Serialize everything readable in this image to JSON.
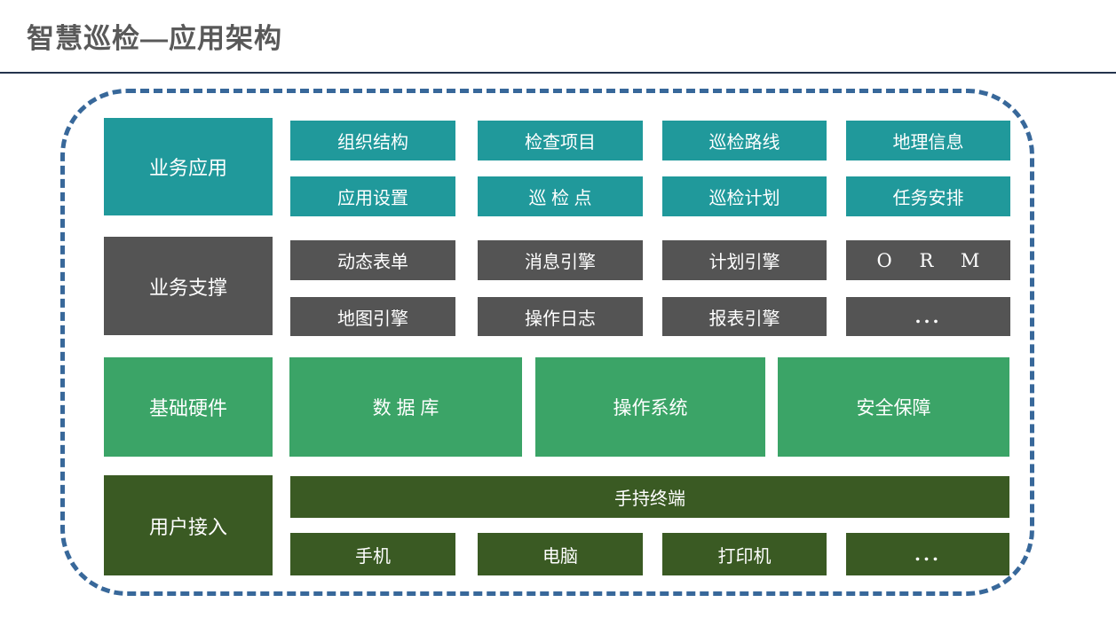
{
  "title": "智慧巡检—应用架构",
  "colors": {
    "title_text": "#595959",
    "title_rule": "#24344D",
    "frame_dashed_border": "#38689A",
    "layer_business_apps": "#20999B",
    "layer_business_support": "#545454",
    "layer_basic_hardware": "#3BA467",
    "layer_user_access": "#3A5A23",
    "box_text": "#FFFFFF"
  },
  "layers": [
    {
      "label": "业务应用",
      "cells": [
        [
          "组织结构",
          "检查项目",
          "巡检路线",
          "地理信息"
        ],
        [
          "应用设置",
          "巡 检 点",
          "巡检计划",
          "任务安排"
        ]
      ]
    },
    {
      "label": "业务支撑",
      "cells": [
        [
          "动态表单",
          "消息引擎",
          "计划引擎",
          "O R M"
        ],
        [
          "地图引擎",
          "操作日志",
          "报表引擎",
          "..."
        ]
      ]
    },
    {
      "label": "基础硬件",
      "cells": [
        [
          "数 据 库",
          "操作系统",
          "安全保障"
        ]
      ]
    },
    {
      "label": "用户接入",
      "wide": "手持终端",
      "cells": [
        [
          "手机",
          "电脑",
          "打印机",
          "..."
        ]
      ]
    }
  ]
}
